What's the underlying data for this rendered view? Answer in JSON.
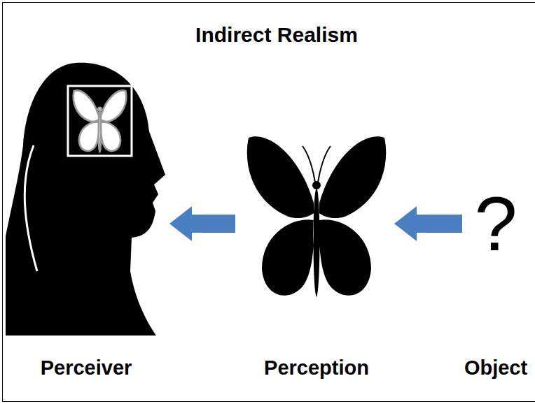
{
  "diagram": {
    "title": "Indirect Realism",
    "nodes": [
      {
        "text": [
          "Perceiver"
        ]
      },
      {
        "text": [
          "Perception"
        ]
      },
      {
        "text": [
          "?",
          "Object"
        ]
      }
    ],
    "edges": [
      {
        "from": 2,
        "to": 1,
        "arrow": "to"
      },
      {
        "from": 1,
        "to": 0,
        "arrow": "to"
      }
    ]
  }
}
